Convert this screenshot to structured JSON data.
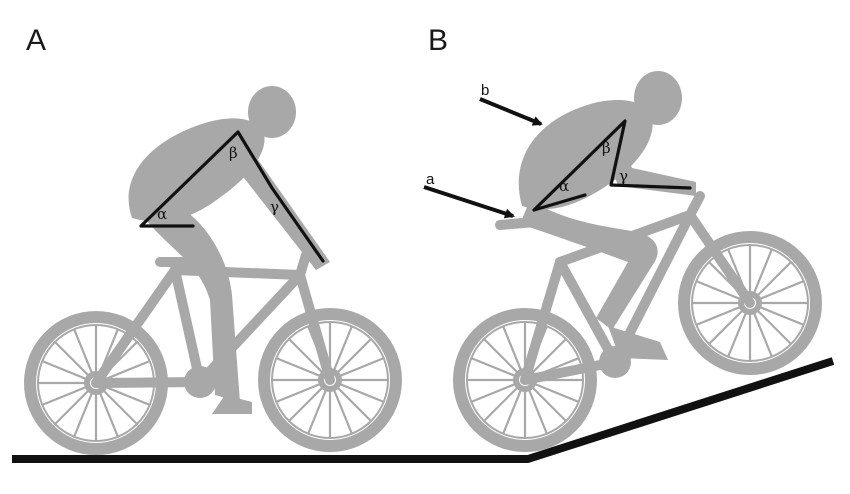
{
  "panels": {
    "a": "A",
    "b": "B"
  },
  "angles": {
    "alpha": "α",
    "beta": "β",
    "gamma": "γ"
  },
  "arrows": {
    "a": "a",
    "b": "b"
  },
  "colors": {
    "silhouette": "#a8a8a8",
    "lines": "#111111",
    "ground": "#111111"
  }
}
